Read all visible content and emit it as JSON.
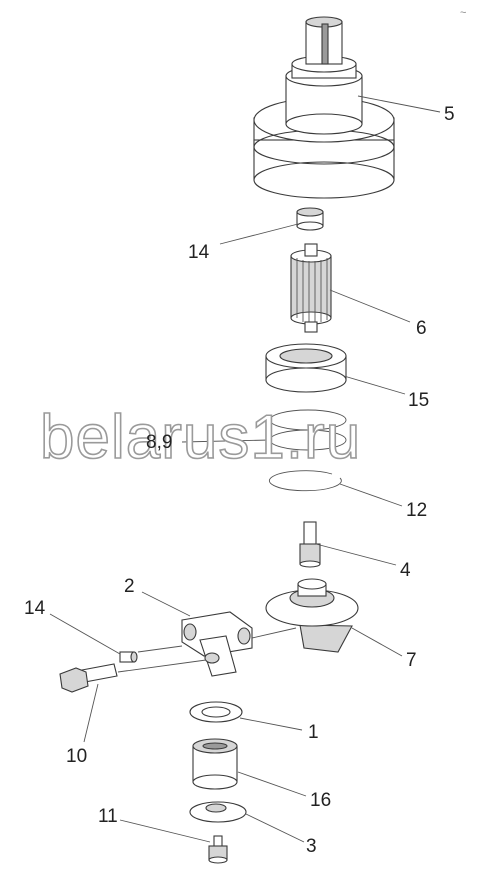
{
  "labels": {
    "l5": "5",
    "l14a": "14",
    "l6": "6",
    "l15": "15",
    "l89": "8,9",
    "l12": "12",
    "l4": "4",
    "l2": "2",
    "l14b": "14",
    "l7": "7",
    "l1": "1",
    "l10": "10",
    "l16": "16",
    "l11": "11",
    "l3": "3"
  },
  "watermark": "belarus1.ru",
  "corner_mark": "~"
}
